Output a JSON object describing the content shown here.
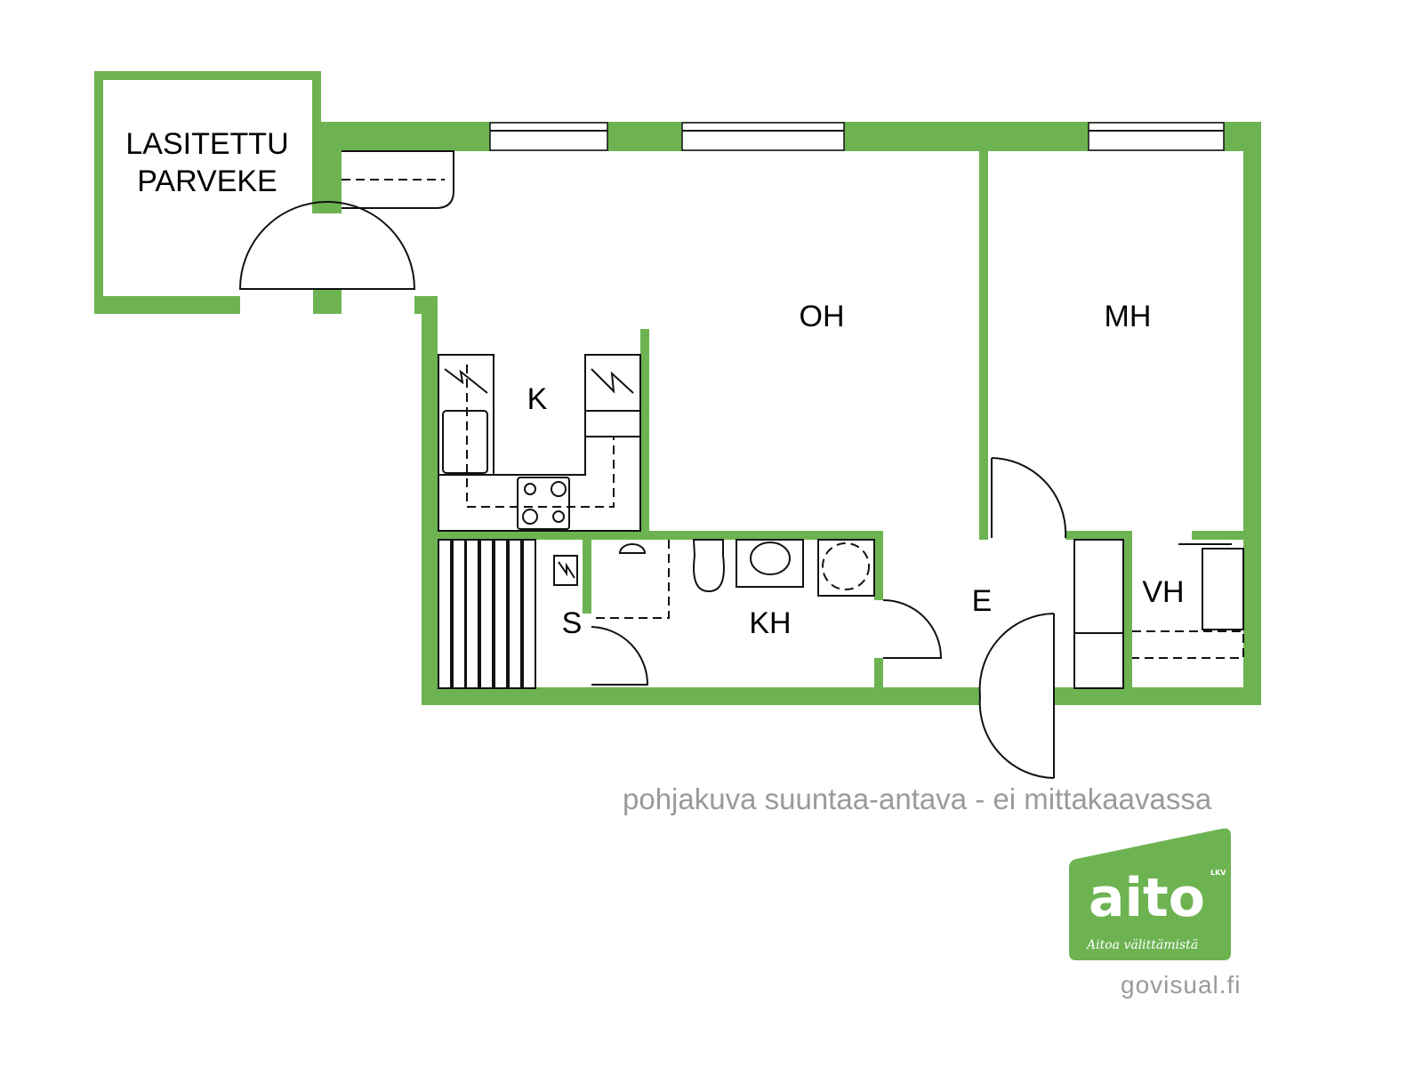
{
  "rooms": {
    "balcony_line1": "LASITETTU",
    "balcony_line2": "PARVEKE",
    "living": "OH",
    "bedroom": "MH",
    "kitchen": "K",
    "bathroom": "KH",
    "sauna": "S",
    "entrance": "E",
    "closet": "VH"
  },
  "note": "pohjakuva suuntaa-antava - ei mittakaavassa",
  "logo": {
    "name": "aito",
    "suffix": "LKV",
    "tagline": "Aitoa välittämistä"
  },
  "credit": "govisual.fi",
  "colors": {
    "wall": "#6db352",
    "text_gray": "#9a9a9a"
  }
}
